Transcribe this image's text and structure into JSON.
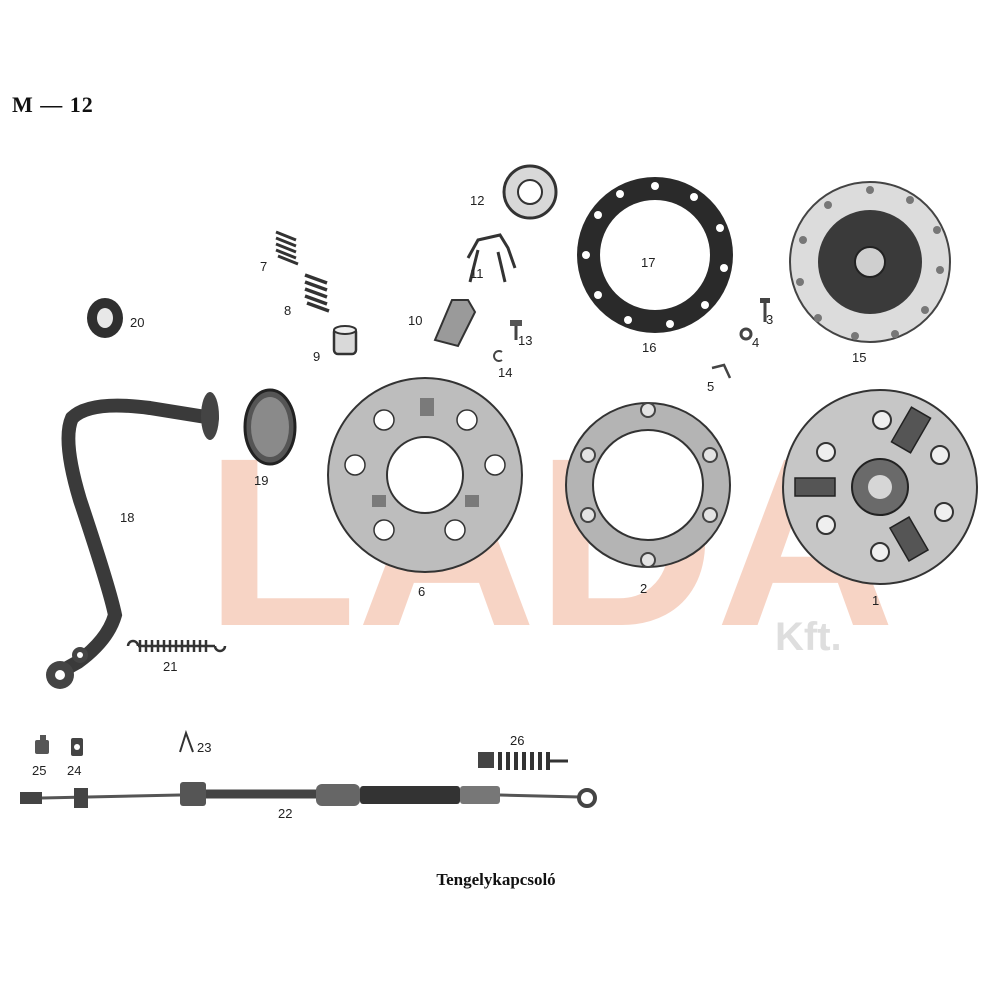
{
  "page": {
    "code": "M — 12",
    "caption": "Tengelykapcsoló"
  },
  "watermark": {
    "text": "LADA",
    "suffix": "Kft.",
    "color": "#f5c9b8"
  },
  "parts": {
    "p1": "1",
    "p2": "2",
    "p3": "3",
    "p4": "4",
    "p5": "5",
    "p6": "6",
    "p7": "7",
    "p8": "8",
    "p9": "9",
    "p10": "10",
    "p11": "11",
    "p12": "12",
    "p13": "13",
    "p14": "14",
    "p15": "15",
    "p16": "16",
    "p17": "17",
    "p18": "18",
    "p19": "19",
    "p20": "20",
    "p21": "21",
    "p22": "22",
    "p23": "23",
    "p24": "24",
    "p25": "25",
    "p26": "26"
  },
  "colors": {
    "ink": "#1e1e1e",
    "metal": "#6a6a6a",
    "paper": "#ffffff"
  }
}
